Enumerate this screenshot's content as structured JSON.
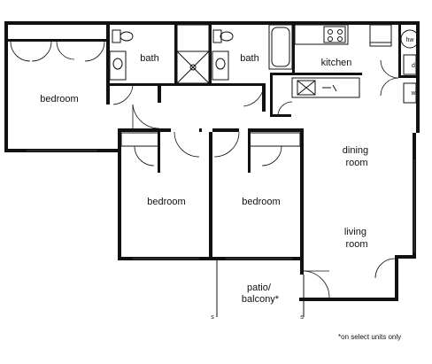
{
  "rooms": {
    "bedroom_left": "bedroom",
    "bath_left": "bath",
    "bath_right": "bath",
    "kitchen": "kitchen",
    "dining": "dining\nroom",
    "bedroom_center_left": "bedroom",
    "bedroom_center_right": "bedroom",
    "living": "living\nroom",
    "patio": "patio/\nbalcony*"
  },
  "fixtures": {
    "water_heater": "hw",
    "dryer": "d",
    "washer": "w"
  },
  "marks": {
    "left_s": "s",
    "right_s": "s"
  },
  "footnote": "*on select units only"
}
